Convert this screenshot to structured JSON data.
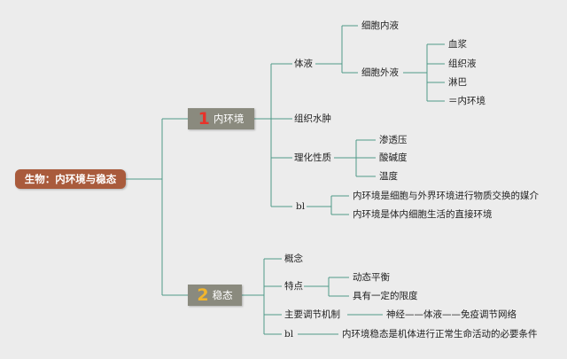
{
  "colors": {
    "line": "#4f9a88",
    "root": "#a95b3c",
    "branch": "#8a8a7e",
    "num1": "#e8322a",
    "num2": "#f2b52c"
  },
  "root": {
    "label": "生物：内环境与稳态"
  },
  "branch1": {
    "number": "1",
    "label": "内环境"
  },
  "branch2": {
    "number": "2",
    "label": "稳态"
  },
  "b1": {
    "tiye": "体液",
    "xibaoneiye": "细胞内液",
    "xibaowaiye": "细胞外液",
    "xuejiang": "血浆",
    "zuzhiye": "组织液",
    "linba": "淋巴",
    "eq_neihuanjing": "＝内环境",
    "zuzhishuizhong": "组织水肿",
    "lihuaxingzhi": "理化性质",
    "shentouya": "渗透压",
    "suanjiandu": "酸碱度",
    "wendu": "温度",
    "bl": "bl",
    "bl_1": "内环境是细胞与外界环境进行物质交换的媒介",
    "bl_2": "内环境是体内细胞生活的直接环境"
  },
  "b2": {
    "gainian": "概念",
    "tedian": "特点",
    "dongtai": "动态平衡",
    "xiandu": "具有一定的限度",
    "jizhi": "主要调节机制",
    "wangluo": "神经——体液——免疫调节网络",
    "bl": "bl",
    "bl_1": "内环境稳态是机体进行正常生命活动的必要条件"
  }
}
